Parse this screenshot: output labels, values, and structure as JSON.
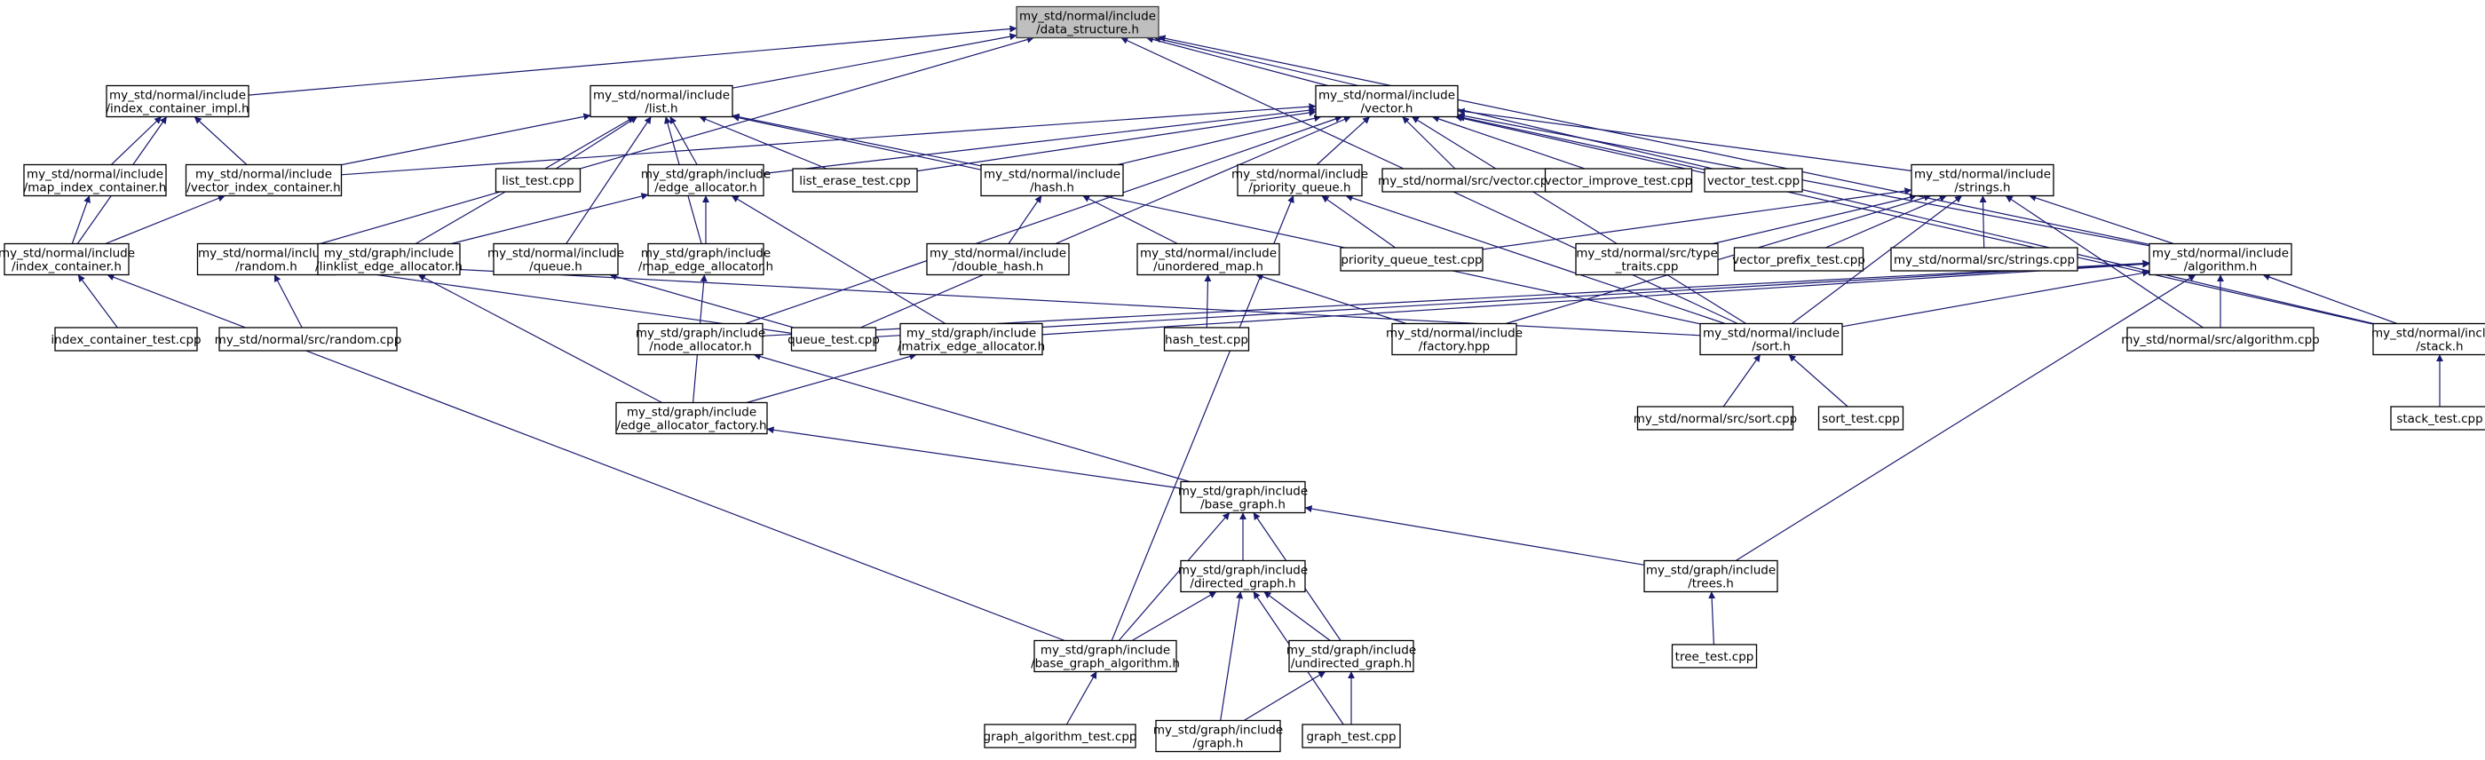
{
  "diagram": {
    "title": "",
    "colors": {
      "edge": "#191970",
      "node_fill": "#ffffff",
      "root_fill": "#bfbfbf",
      "node_border": "#000000"
    },
    "nodes": [
      {
        "id": "data_structure",
        "lines": [
          "my_std/normal/include",
          "/data_structure.h"
        ],
        "root": true
      },
      {
        "id": "index_container_impl",
        "lines": [
          "my_std/normal/include",
          "/index_container_impl.h"
        ]
      },
      {
        "id": "list_h",
        "lines": [
          "my_std/normal/include",
          "/list.h"
        ]
      },
      {
        "id": "vector_h",
        "lines": [
          "my_std/normal/include",
          "/vector.h"
        ]
      },
      {
        "id": "map_index_container",
        "lines": [
          "my_std/normal/include",
          "/map_index_container.h"
        ]
      },
      {
        "id": "vector_index_container",
        "lines": [
          "my_std/normal/include",
          "/vector_index_container.h"
        ]
      },
      {
        "id": "list_test",
        "lines": [
          "list_test.cpp"
        ]
      },
      {
        "id": "edge_allocator",
        "lines": [
          "my_std/graph/include",
          "/edge_allocator.h"
        ]
      },
      {
        "id": "list_erase_test",
        "lines": [
          "list_erase_test.cpp"
        ]
      },
      {
        "id": "hash_h",
        "lines": [
          "my_std/normal/include",
          "/hash.h"
        ]
      },
      {
        "id": "priority_queue",
        "lines": [
          "my_std/normal/include",
          "/priority_queue.h"
        ]
      },
      {
        "id": "src_vector",
        "lines": [
          "my_std/normal/src/vector.cpp"
        ]
      },
      {
        "id": "vector_improve_test",
        "lines": [
          "vector_improve_test.cpp"
        ]
      },
      {
        "id": "vector_test",
        "lines": [
          "vector_test.cpp"
        ]
      },
      {
        "id": "strings_h",
        "lines": [
          "my_std/normal/include",
          "/strings.h"
        ]
      },
      {
        "id": "index_container",
        "lines": [
          "my_std/normal/include",
          "/index_container.h"
        ]
      },
      {
        "id": "random_h",
        "lines": [
          "my_std/normal/include",
          "/random.h"
        ]
      },
      {
        "id": "linklist_edge_allocator",
        "lines": [
          "my_std/graph/include",
          "/linklist_edge_allocator.h"
        ]
      },
      {
        "id": "queue_h",
        "lines": [
          "my_std/normal/include",
          "/queue.h"
        ]
      },
      {
        "id": "map_edge_allocator",
        "lines": [
          "my_std/graph/include",
          "/map_edge_allocator.h"
        ]
      },
      {
        "id": "double_hash",
        "lines": [
          "my_std/normal/include",
          "/double_hash.h"
        ]
      },
      {
        "id": "unordered_map",
        "lines": [
          "my_std/normal/include",
          "/unordered_map.h"
        ]
      },
      {
        "id": "priority_queue_test",
        "lines": [
          "priority_queue_test.cpp"
        ]
      },
      {
        "id": "type_traits",
        "lines": [
          "my_std/normal/src/type",
          "_traits.cpp"
        ]
      },
      {
        "id": "vector_prefix_test",
        "lines": [
          "vector_prefix_test.cpp"
        ]
      },
      {
        "id": "src_strings",
        "lines": [
          "my_std/normal/src/strings.cpp"
        ]
      },
      {
        "id": "algorithm_h",
        "lines": [
          "my_std/normal/include",
          "/algorithm.h"
        ]
      },
      {
        "id": "index_container_test",
        "lines": [
          "index_container_test.cpp"
        ]
      },
      {
        "id": "src_random",
        "lines": [
          "my_std/normal/src/random.cpp"
        ]
      },
      {
        "id": "node_allocator",
        "lines": [
          "my_std/graph/include",
          "/node_allocator.h"
        ]
      },
      {
        "id": "queue_test",
        "lines": [
          "queue_test.cpp"
        ]
      },
      {
        "id": "matrix_edge_allocator",
        "lines": [
          "my_std/graph/include",
          "/matrix_edge_allocator.h"
        ]
      },
      {
        "id": "hash_test",
        "lines": [
          "hash_test.cpp"
        ]
      },
      {
        "id": "factory_hpp",
        "lines": [
          "my_std/normal/include",
          "/factory.hpp"
        ]
      },
      {
        "id": "sort_h",
        "lines": [
          "my_std/normal/include",
          "/sort.h"
        ]
      },
      {
        "id": "src_algorithm",
        "lines": [
          "my_std/normal/src/algorithm.cpp"
        ]
      },
      {
        "id": "stack_h",
        "lines": [
          "my_std/normal/include",
          "/stack.h"
        ]
      },
      {
        "id": "edge_allocator_factory",
        "lines": [
          "my_std/graph/include",
          "/edge_allocator_factory.h"
        ]
      },
      {
        "id": "src_sort",
        "lines": [
          "my_std/normal/src/sort.cpp"
        ]
      },
      {
        "id": "sort_test",
        "lines": [
          "sort_test.cpp"
        ]
      },
      {
        "id": "stack_test",
        "lines": [
          "stack_test.cpp"
        ]
      },
      {
        "id": "base_graph",
        "lines": [
          "my_std/graph/include",
          "/base_graph.h"
        ]
      },
      {
        "id": "directed_graph",
        "lines": [
          "my_std/graph/include",
          "/directed_graph.h"
        ]
      },
      {
        "id": "trees_h",
        "lines": [
          "my_std/graph/include",
          "/trees.h"
        ]
      },
      {
        "id": "base_graph_algorithm",
        "lines": [
          "my_std/graph/include",
          "/base_graph_algorithm.h"
        ]
      },
      {
        "id": "undirected_graph",
        "lines": [
          "my_std/graph/include",
          "/undirected_graph.h"
        ]
      },
      {
        "id": "tree_test",
        "lines": [
          "tree_test.cpp"
        ]
      },
      {
        "id": "graph_algorithm_test",
        "lines": [
          "graph_algorithm_test.cpp"
        ]
      },
      {
        "id": "graph_h",
        "lines": [
          "my_std/graph/include",
          "/graph.h"
        ]
      },
      {
        "id": "graph_test",
        "lines": [
          "graph_test.cpp"
        ]
      }
    ],
    "edges": [
      [
        "index_container_impl",
        "data_structure"
      ],
      [
        "list_h",
        "data_structure"
      ],
      [
        "vector_h",
        "data_structure"
      ],
      [
        "random_h",
        "data_structure"
      ],
      [
        "algorithm_h",
        "data_structure"
      ],
      [
        "stack_h",
        "data_structure"
      ],
      [
        "sort_h",
        "data_structure"
      ],
      [
        "map_index_container",
        "index_container_impl"
      ],
      [
        "vector_index_container",
        "index_container_impl"
      ],
      [
        "index_container",
        "index_container_impl"
      ],
      [
        "index_container",
        "map_index_container"
      ],
      [
        "index_container",
        "vector_index_container"
      ],
      [
        "vector_index_container",
        "list_h"
      ],
      [
        "list_test",
        "list_h"
      ],
      [
        "edge_allocator",
        "list_h"
      ],
      [
        "list_erase_test",
        "list_h"
      ],
      [
        "hash_h",
        "list_h"
      ],
      [
        "linklist_edge_allocator",
        "list_h"
      ],
      [
        "queue_h",
        "list_h"
      ],
      [
        "map_edge_allocator",
        "list_h"
      ],
      [
        "sort_h",
        "list_h"
      ],
      [
        "vector_index_container",
        "vector_h"
      ],
      [
        "edge_allocator",
        "vector_h"
      ],
      [
        "list_erase_test",
        "vector_h"
      ],
      [
        "hash_h",
        "vector_h"
      ],
      [
        "priority_queue",
        "vector_h"
      ],
      [
        "src_vector",
        "vector_h"
      ],
      [
        "vector_improve_test",
        "vector_h"
      ],
      [
        "vector_test",
        "vector_h"
      ],
      [
        "strings_h",
        "vector_h"
      ],
      [
        "algorithm_h",
        "vector_h"
      ],
      [
        "stack_h",
        "vector_h"
      ],
      [
        "queue_test",
        "vector_h"
      ],
      [
        "node_allocator",
        "vector_h"
      ],
      [
        "sort_h",
        "vector_h"
      ],
      [
        "index_container_test",
        "index_container"
      ],
      [
        "base_graph_algorithm",
        "index_container"
      ],
      [
        "src_random",
        "random_h"
      ],
      [
        "queue_test",
        "random_h"
      ],
      [
        "sort_h",
        "random_h"
      ],
      [
        "linklist_edge_allocator",
        "edge_allocator"
      ],
      [
        "map_edge_allocator",
        "edge_allocator"
      ],
      [
        "matrix_edge_allocator",
        "edge_allocator"
      ],
      [
        "edge_allocator_factory",
        "linklist_edge_allocator"
      ],
      [
        "edge_allocator_factory",
        "map_edge_allocator"
      ],
      [
        "edge_allocator_factory",
        "matrix_edge_allocator"
      ],
      [
        "queue_test",
        "queue_h"
      ],
      [
        "double_hash",
        "hash_h"
      ],
      [
        "unordered_map",
        "hash_h"
      ],
      [
        "hash_test",
        "unordered_map"
      ],
      [
        "factory_hpp",
        "unordered_map"
      ],
      [
        "priority_queue_test",
        "priority_queue"
      ],
      [
        "sort_h",
        "priority_queue"
      ],
      [
        "base_graph_algorithm",
        "priority_queue"
      ],
      [
        "priority_queue_test",
        "strings_h"
      ],
      [
        "type_traits",
        "strings_h"
      ],
      [
        "vector_prefix_test",
        "strings_h"
      ],
      [
        "src_strings",
        "strings_h"
      ],
      [
        "algorithm_h",
        "strings_h"
      ],
      [
        "factory_hpp",
        "strings_h"
      ],
      [
        "src_algorithm",
        "strings_h"
      ],
      [
        "sort_h",
        "strings_h"
      ],
      [
        "sort_h",
        "algorithm_h"
      ],
      [
        "stack_h",
        "algorithm_h"
      ],
      [
        "src_algorithm",
        "algorithm_h"
      ],
      [
        "queue_test",
        "algorithm_h"
      ],
      [
        "matrix_edge_allocator",
        "algorithm_h"
      ],
      [
        "node_allocator",
        "algorithm_h"
      ],
      [
        "trees_h",
        "algorithm_h"
      ],
      [
        "src_sort",
        "sort_h"
      ],
      [
        "sort_test",
        "sort_h"
      ],
      [
        "stack_test",
        "stack_h"
      ],
      [
        "base_graph",
        "node_allocator"
      ],
      [
        "base_graph",
        "edge_allocator_factory"
      ],
      [
        "directed_graph",
        "base_graph"
      ],
      [
        "trees_h",
        "base_graph"
      ],
      [
        "base_graph_algorithm",
        "base_graph"
      ],
      [
        "undirected_graph",
        "base_graph"
      ],
      [
        "base_graph_algorithm",
        "directed_graph"
      ],
      [
        "undirected_graph",
        "directed_graph"
      ],
      [
        "graph_h",
        "directed_graph"
      ],
      [
        "graph_test",
        "directed_graph"
      ],
      [
        "graph_h",
        "undirected_graph"
      ],
      [
        "graph_test",
        "undirected_graph"
      ],
      [
        "tree_test",
        "trees_h"
      ],
      [
        "graph_algorithm_test",
        "base_graph_algorithm"
      ]
    ]
  }
}
